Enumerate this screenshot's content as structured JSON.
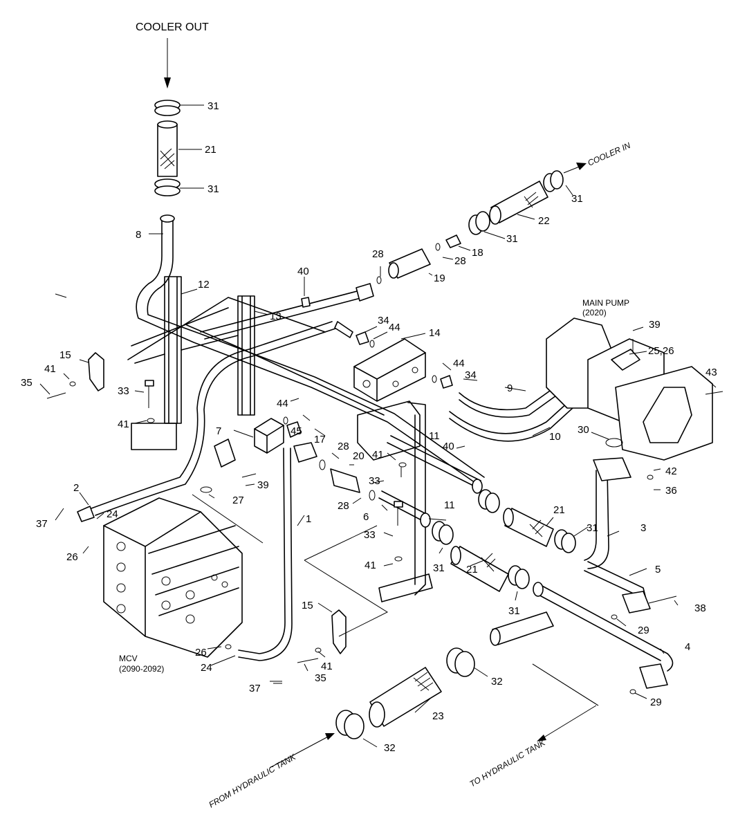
{
  "flow_labels": {
    "cooler_out": "COOLER OUT",
    "cooler_in": "COOLER IN",
    "from_tank": "FROM HYDRAULIC TANK",
    "to_tank": "TO HYDRAULIC TANK"
  },
  "component_labels": {
    "main_pump": "MAIN PUMP",
    "main_pump_ref": "(2020)",
    "mcv": "MCV",
    "mcv_ref": "(2090-2092)"
  },
  "callouts": [
    "31",
    "21",
    "31",
    "8",
    "22",
    "31",
    "31",
    "18",
    "28",
    "28",
    "19",
    "40",
    "12",
    "13",
    "34",
    "44",
    "14",
    "39",
    "25,26",
    "15",
    "41",
    "35",
    "33",
    "41",
    "7",
    "44",
    "45",
    "17",
    "28",
    "20",
    "44",
    "34",
    "9",
    "43",
    "11",
    "41",
    "40",
    "10",
    "30",
    "42",
    "36",
    "2",
    "39",
    "27",
    "24",
    "37",
    "26",
    "1",
    "33",
    "28",
    "6",
    "11",
    "21",
    "31",
    "3",
    "33",
    "41",
    "31",
    "21",
    "31",
    "5",
    "38",
    "15",
    "29",
    "4",
    "26",
    "24",
    "41",
    "35",
    "32",
    "37",
    "23",
    "29",
    "32"
  ]
}
